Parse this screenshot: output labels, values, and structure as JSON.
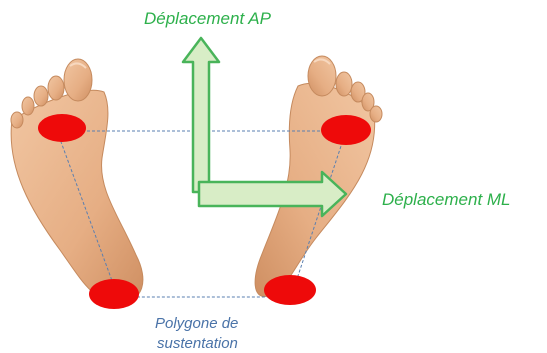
{
  "diagram": {
    "labels": {
      "ap": "Déplacement AP",
      "ml": "Déplacement ML",
      "polygon_line1": "Polygone de",
      "polygon_line2": "sustentation"
    },
    "colors": {
      "skin": "#e9b48c",
      "skin_dark": "#cf8f62",
      "contact_zone": "#ee0a0a",
      "arrow_fill": "#d8edc6",
      "arrow_stroke": "#49b45a",
      "label_green": "#2db04b",
      "polygon_line": "#5a7fb0"
    },
    "icons": {
      "left_foot": "left-foot-icon",
      "right_foot": "right-foot-icon"
    }
  }
}
